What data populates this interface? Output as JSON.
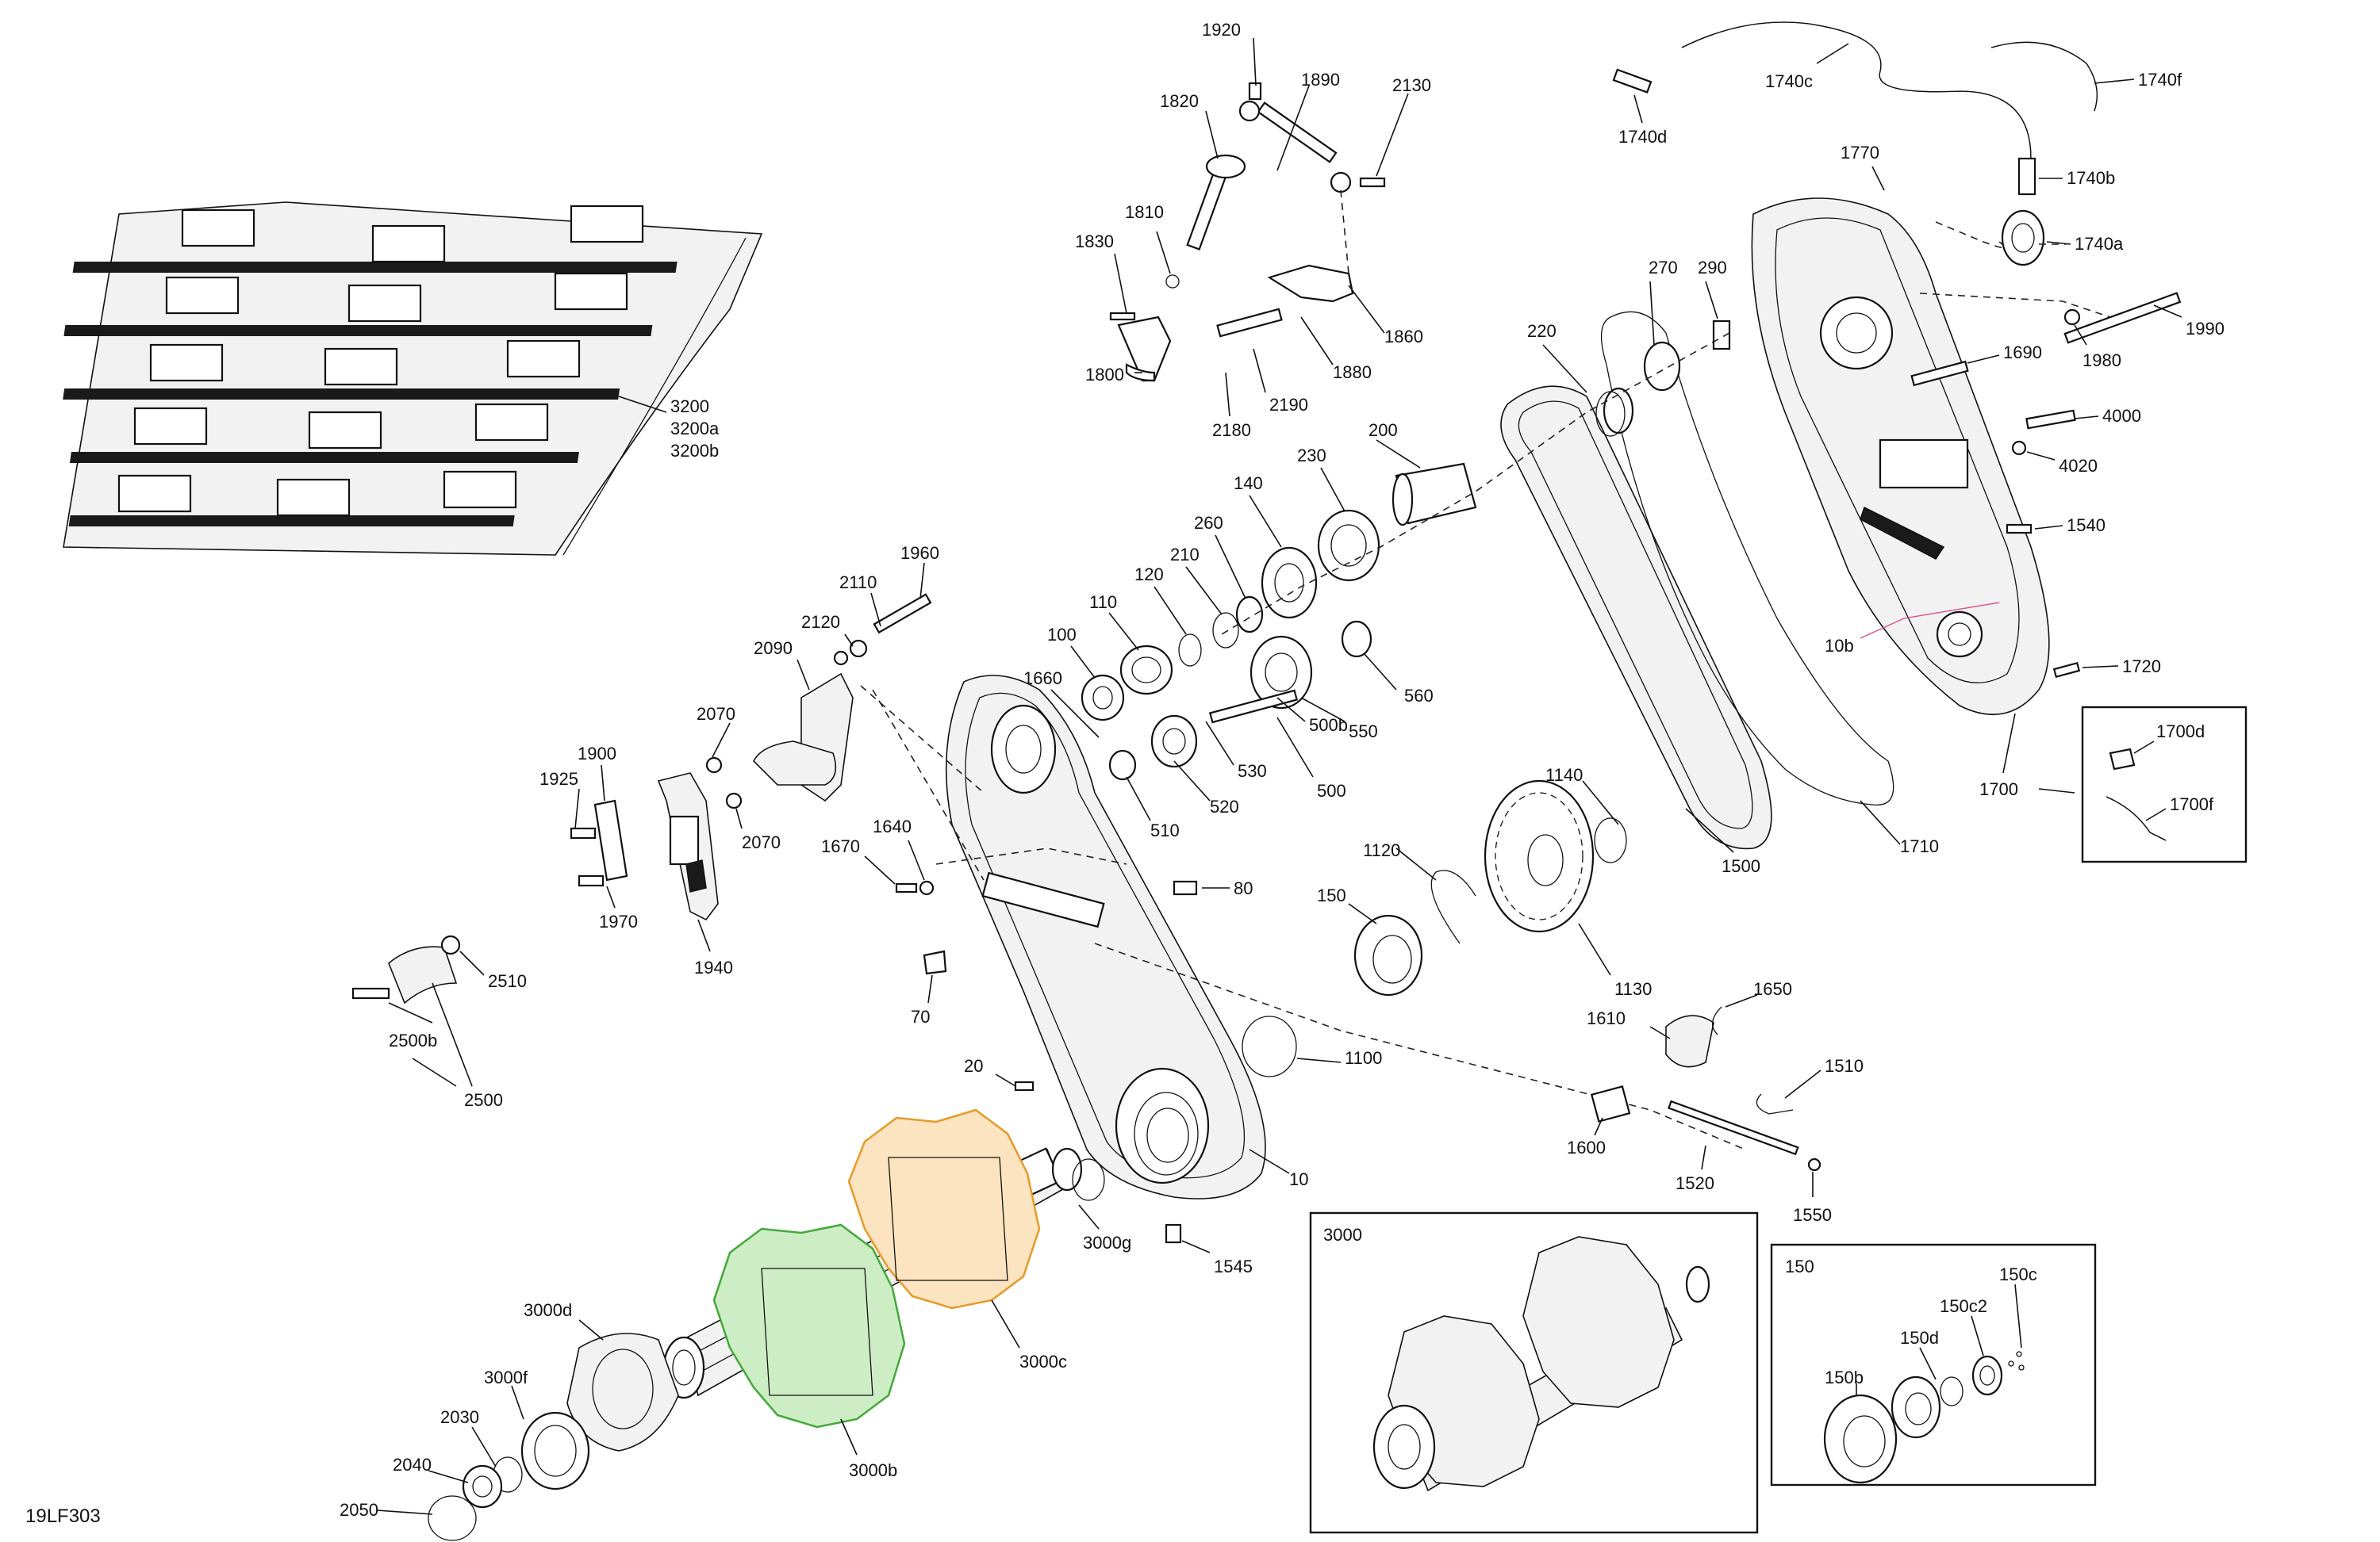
{
  "figure_code": "19LF303",
  "callouts": {
    "c1920": "1920",
    "c1890": "1890",
    "c2130": "2130",
    "c1820": "1820",
    "c1810": "1810",
    "c1830": "1830",
    "c1800": "1800",
    "c1860": "1860",
    "c1880": "1880",
    "c2180": "2180",
    "c2190": "2190",
    "c1740c": "1740c",
    "c1740f": "1740f",
    "c1740d": "1740d",
    "c1770": "1770",
    "c1740b": "1740b",
    "c1740a": "1740a",
    "c1990": "1990",
    "c1980": "1980",
    "c1690": "1690",
    "c4000": "4000",
    "c4020": "4020",
    "c1540": "1540",
    "c10b": "10b",
    "c1720": "1720",
    "c1700": "1700",
    "c1700d": "1700d",
    "c1700f": "1700f",
    "c3200": "3200",
    "c3200a": "3200a",
    "c3200b": "3200b",
    "c270": "270",
    "c290": "290",
    "c220": "220",
    "c200": "200",
    "c230": "230",
    "c140": "140",
    "c260": "260",
    "c210": "210",
    "c120": "120",
    "c110": "110",
    "c100": "100",
    "c1660": "1660",
    "c560": "560",
    "c550": "550",
    "c500b": "500b",
    "c530": "530",
    "c520": "520",
    "c500": "500",
    "c510": "510",
    "c1960": "1960",
    "c2110": "2110",
    "c2120": "2120",
    "c2090": "2090",
    "c2070a": "2070",
    "c2070b": "2070",
    "c1900": "1900",
    "c1925": "1925",
    "c1970": "1970",
    "c1940": "1940",
    "c1640": "1640",
    "c1670": "1670",
    "c80": "80",
    "c70": "70",
    "c1140": "1140",
    "c1500": "1500",
    "c1710": "1710",
    "c1120": "1120",
    "c150": "150",
    "c1130": "1130",
    "c1650": "1650",
    "c1610": "1610",
    "c1100": "1100",
    "c1510": "1510",
    "c1600": "1600",
    "c1520": "1520",
    "c1550": "1550",
    "c2510": "2510",
    "c2500b": "2500b",
    "c2500": "2500",
    "c20": "20",
    "c10": "10",
    "c3000g": "3000g",
    "c1545": "1545",
    "c3000d": "3000d",
    "c3000f": "3000f",
    "c2030": "2030",
    "c2040": "2040",
    "c2050": "2050",
    "c3000c": "3000c",
    "c3000b": "3000b",
    "inset_3000_title": "3000",
    "inset_150_title": "150",
    "c150c": "150c",
    "c150c2": "150c2",
    "c150d": "150d",
    "c150b": "150b"
  },
  "colors": {
    "sprocket_green": "#43a83a",
    "sprocket_orange": "#e69a2a",
    "leader_pink": "#e04c8c"
  }
}
